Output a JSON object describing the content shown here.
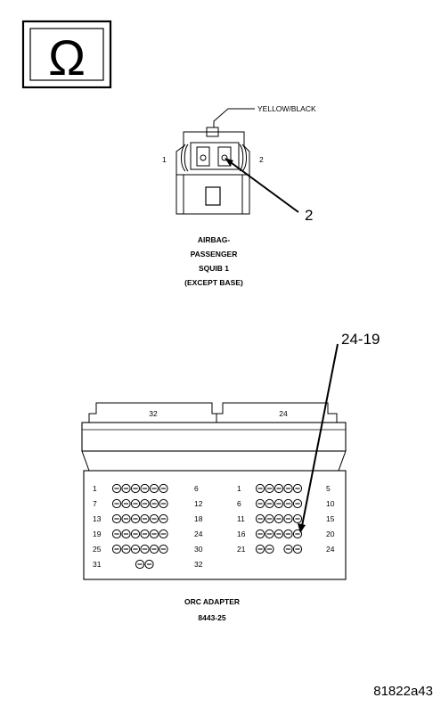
{
  "icon": {
    "name": "ohmmeter-omega-icon",
    "glyph": "Ω"
  },
  "squib_connector": {
    "wire_color": "YELLOW/BLACK",
    "pin_left": "1",
    "pin_right": "2",
    "callout": "2",
    "caption_lines": [
      "AIRBAG-",
      "PASSENGER",
      "SQUIB 1",
      "(EXCEPT BASE)"
    ]
  },
  "adapter": {
    "callout": "24-19",
    "left_header": "32",
    "right_header": "24",
    "left_rows": [
      {
        "start": "1",
        "end": "6",
        "pins": 6
      },
      {
        "start": "7",
        "end": "12",
        "pins": 6
      },
      {
        "start": "13",
        "end": "18",
        "pins": 6
      },
      {
        "start": "19",
        "end": "24",
        "pins": 6
      },
      {
        "start": "25",
        "end": "30",
        "pins": 6
      },
      {
        "start": "31",
        "end": "32",
        "pins": 2
      }
    ],
    "right_rows": [
      {
        "start": "1",
        "end": "5",
        "pins": 5
      },
      {
        "start": "6",
        "end": "10",
        "pins": 5
      },
      {
        "start": "11",
        "end": "15",
        "pins": 5
      },
      {
        "start": "16",
        "end": "20",
        "pins": 5
      },
      {
        "start": "21",
        "end": "24",
        "pins": 4
      }
    ],
    "caption_lines": [
      "ORC ADAPTER",
      "8443-25"
    ]
  },
  "figure_id": "81822a43"
}
